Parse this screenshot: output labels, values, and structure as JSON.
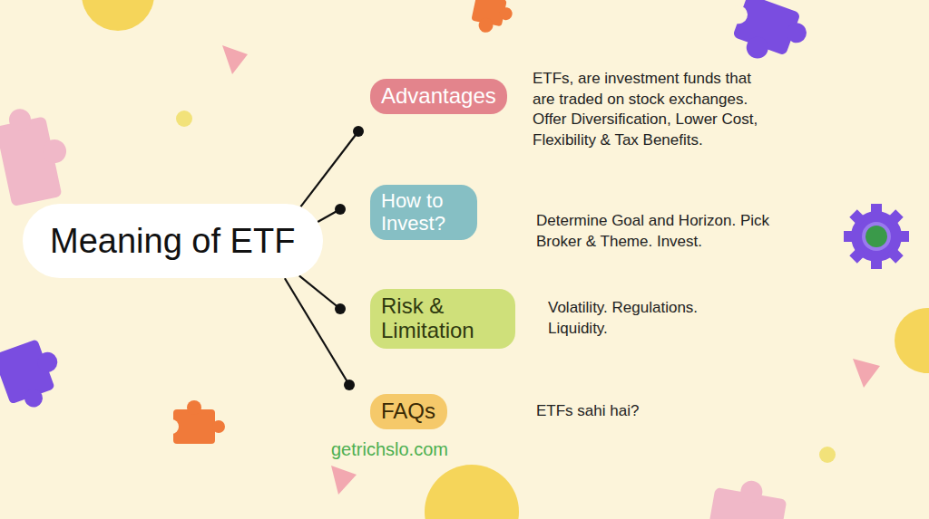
{
  "diagram": {
    "nodes": [
      {
        "text": [
          "Meaning of ETF"
        ]
      },
      {
        "text": [
          "Advantages",
          "ETFs, are investment funds that are traded on stock exchanges. Offer Diversification, Lower Cost, Flexibility & Tax Benefits."
        ]
      },
      {
        "text": [
          "How to Invest?",
          "Determine Goal and Horizon. Pick Broker & Theme. Invest."
        ]
      },
      {
        "text": [
          "Risk & Limitation",
          "Volatility. Regulations. Liquidity."
        ]
      },
      {
        "text": [
          "FAQs",
          "ETFs sahi hai?"
        ]
      }
    ],
    "edges": [
      {
        "from": 0,
        "to": 1,
        "arrow": "none"
      },
      {
        "from": 0,
        "to": 2,
        "arrow": "none"
      },
      {
        "from": 0,
        "to": 3,
        "arrow": "none"
      },
      {
        "from": 0,
        "to": 4,
        "arrow": "none"
      }
    ],
    "labels": [
      "getrichslo.com"
    ]
  }
}
